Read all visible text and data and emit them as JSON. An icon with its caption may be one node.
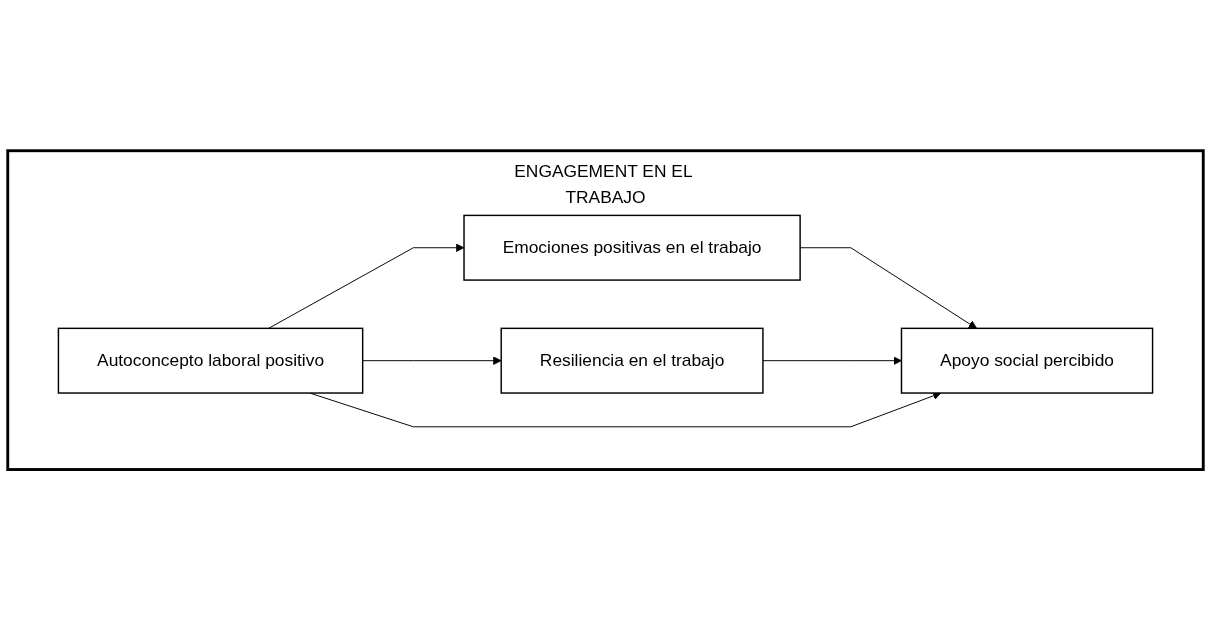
{
  "diagram": {
    "nodes": [
      {
        "text": [
          "ENGAGEMENT EN EL TRABAJO"
        ]
      },
      {
        "text": [
          "Resiliencia en el trabajo"
        ],
        "in": 0
      },
      {
        "text": [
          "Autoconcepto laboral positivo"
        ],
        "in": 0
      },
      {
        "text": [
          "Emociones positivas en el trabajo"
        ],
        "in": 0
      },
      {
        "text": [
          "Apoyo social percibido"
        ],
        "in": 0
      }
    ],
    "edges": [
      {
        "from": 2,
        "to": 1,
        "arrow": "to"
      },
      {
        "from": 2,
        "to": 3,
        "arrow": "to"
      },
      {
        "from": 3,
        "to": 4,
        "arrow": "to"
      },
      {
        "from": 1,
        "to": 4,
        "arrow": "to"
      },
      {
        "from": 2,
        "to": 4,
        "arrow": "to"
      }
    ]
  }
}
